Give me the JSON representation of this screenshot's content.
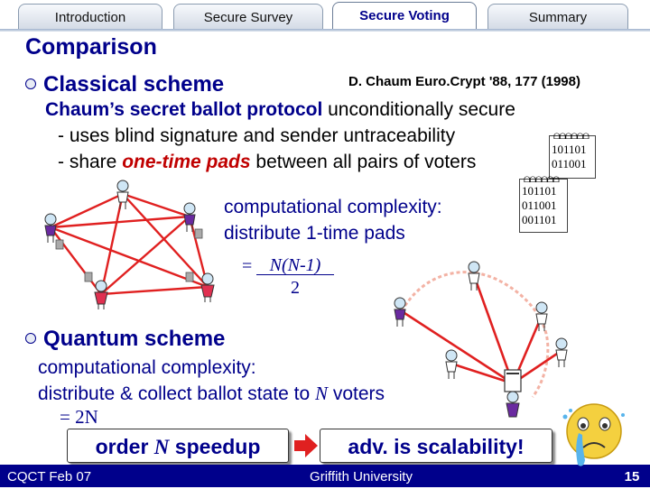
{
  "tabs": [
    {
      "label": "Introduction",
      "active": false
    },
    {
      "label": "Secure Survey",
      "active": false
    },
    {
      "label": "Secure Voting",
      "active": true
    },
    {
      "label": "Summary",
      "active": false
    }
  ],
  "title": "Comparison",
  "classical": {
    "bullet": "Classical scheme",
    "citation": "D. Chaum Euro.Crypt '88, 177 (1998)",
    "line1_em": "Chaum’s secret ballot protocol",
    "line1_rest": " unconditionally secure",
    "line2": "- uses blind signature and sender untraceability",
    "line3_pre": "- share ",
    "line3_em": "one-time pads",
    "line3_post": " between all pairs of voters",
    "complexity_label": "computational complexity:",
    "complexity_desc": "distribute 1-time pads",
    "formula_eq": "=",
    "formula_num": "N(N-1)",
    "formula_den": "2",
    "pads": [
      [
        "101101",
        "011001"
      ],
      [
        "101101",
        "011001",
        "001101"
      ]
    ]
  },
  "quantum": {
    "bullet": "Quantum scheme",
    "complexity_label": "computational complexity:",
    "desc_pre": "distribute & collect ballot state to ",
    "desc_var": "N",
    "desc_post": " voters",
    "formula": "= 2N"
  },
  "speedup": {
    "order": "order ",
    "var": "N",
    "rest": " speedup"
  },
  "scalability": "adv. is scalability!",
  "footer": {
    "left": "CQCT Feb 07",
    "center": "Griffith University",
    "page": "15"
  },
  "colors": {
    "accent": "#00008b",
    "edge": "#e02020",
    "secure_label": "#c00000"
  },
  "icons": [
    "voter-icon",
    "ballot-box-icon",
    "crying-face-icon",
    "arrow-right-icon"
  ]
}
